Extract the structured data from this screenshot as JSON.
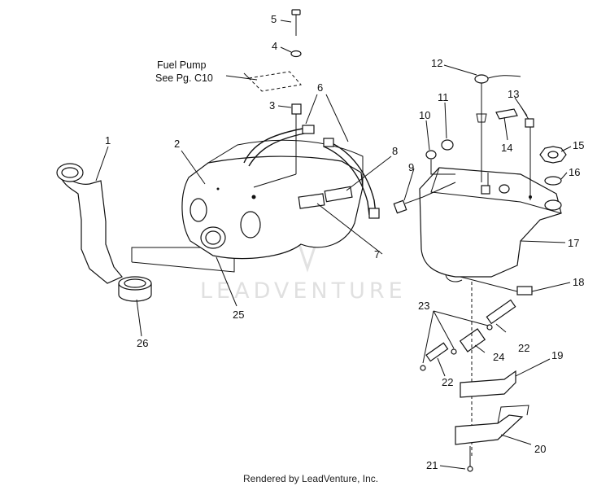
{
  "note": {
    "line1": "Fuel Pump",
    "line2": "See Pg. C10"
  },
  "callouts": [
    "1",
    "2",
    "3",
    "4",
    "5",
    "6",
    "7",
    "8",
    "9",
    "10",
    "11",
    "12",
    "13",
    "14",
    "15",
    "16",
    "17",
    "18",
    "19",
    "20",
    "21",
    "22",
    "22",
    "23",
    "24",
    "25",
    "26"
  ],
  "watermark": "LEADVENTURE",
  "footer": "Rendered by LeadVenture, Inc."
}
